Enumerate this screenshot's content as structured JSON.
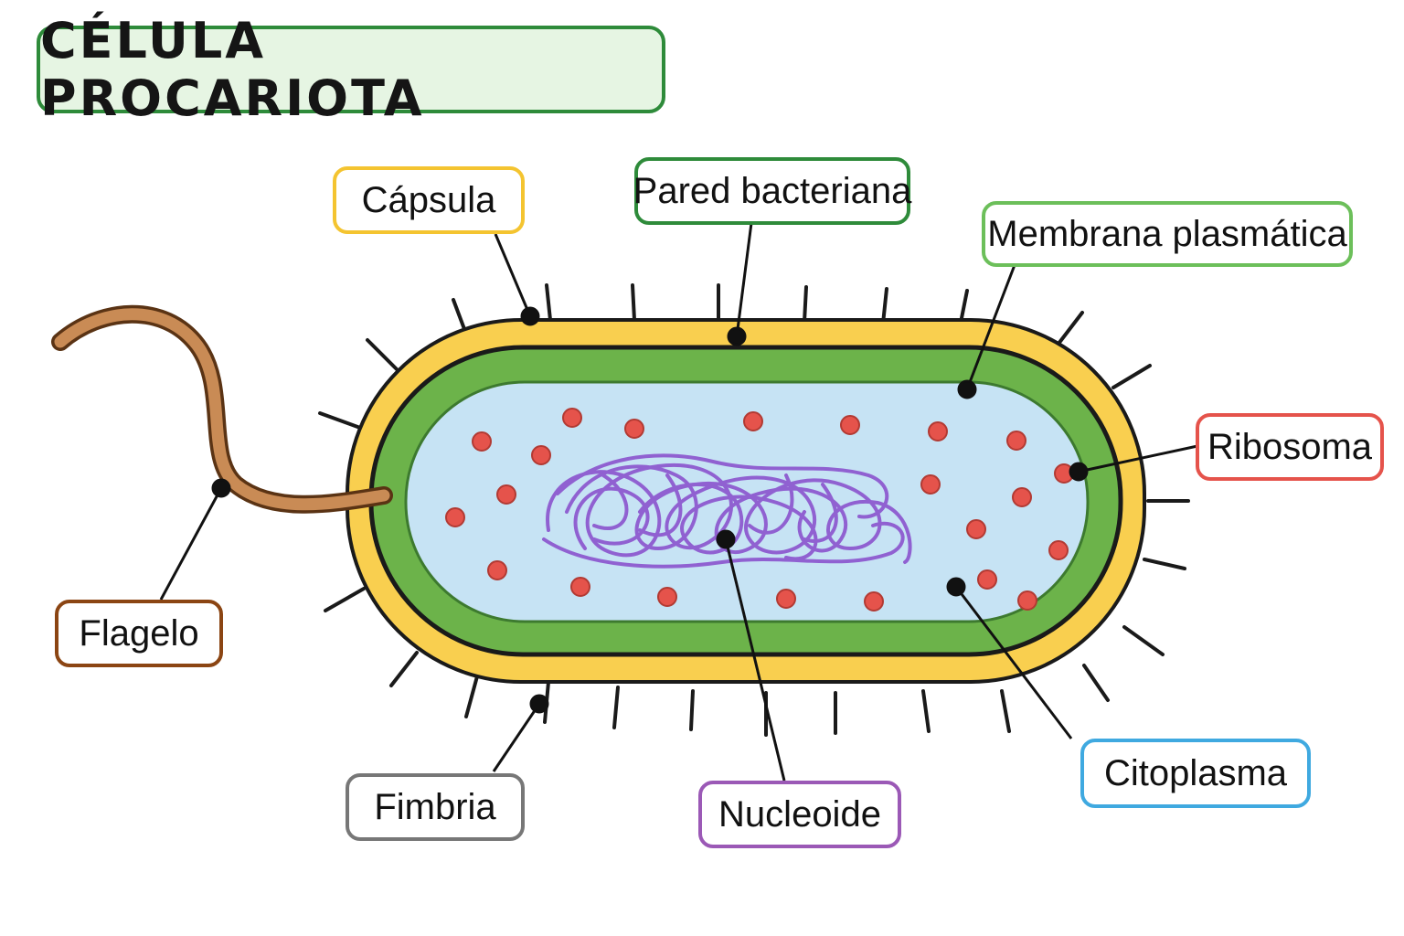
{
  "title": "CÉLULA PROCARIOTA",
  "labels": {
    "capsula": {
      "text": "Cápsula",
      "color": "#f4c430"
    },
    "pared": {
      "text": "Pared bacteriana",
      "color": "#2e8b3a"
    },
    "membrana": {
      "text": "Membrana plasmática",
      "color": "#6cbf5a"
    },
    "ribosoma": {
      "text": "Ribosoma",
      "color": "#e5534b"
    },
    "flagelo": {
      "text": "Flagelo",
      "color": "#8b4513"
    },
    "fimbria": {
      "text": "Fimbria",
      "color": "#777777"
    },
    "nucleoide": {
      "text": "Nucleoide",
      "color": "#9b59b6"
    },
    "citoplasma": {
      "text": "Citoplasma",
      "color": "#3fa9e0"
    }
  },
  "colors": {
    "capsule_fill": "#f9cf4f",
    "wall_fill": "#6cb34a",
    "cytoplasm_fill": "#c6e3f4",
    "ribosome_fill": "#e5534b",
    "dna_stroke": "#8e5bd0",
    "flagellum_stroke": "#c98b55",
    "title_border": "#2e8b3a",
    "title_fill": "#e6f5e3"
  }
}
